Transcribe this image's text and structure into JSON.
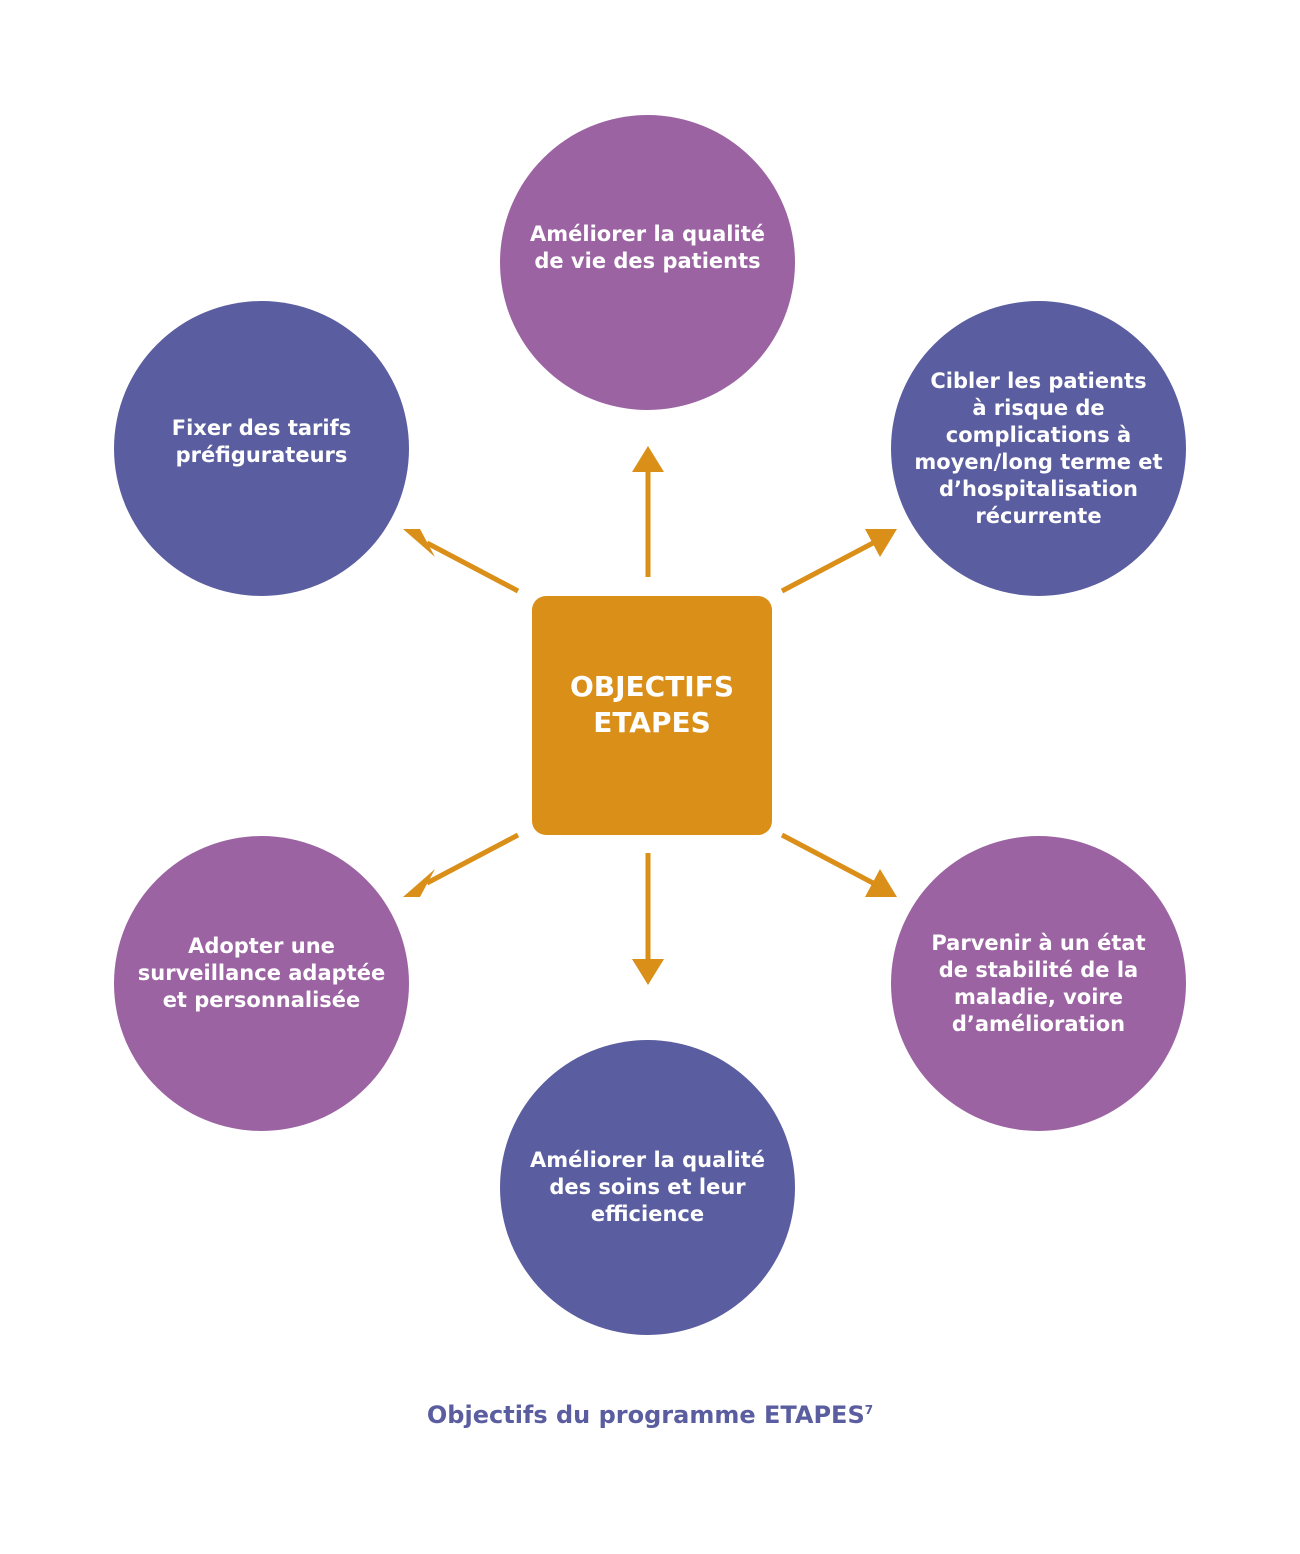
{
  "center": {
    "label": "OBJECTIFS\nETAPES",
    "color": "#da8f18"
  },
  "colors": {
    "purple": "#9b63a2",
    "indigo": "#5a5d9f",
    "arrow": "#da8f18",
    "caption": "#5a5d9f"
  },
  "objectives": [
    {
      "label": "Améliorer la qualité\nde vie des patients",
      "color": "#9b63a2"
    },
    {
      "label": "Cibler les patients\nà risque de\ncomplications à\nmoyen/long terme et\nd’hospitalisation\nrécurrente",
      "color": "#5a5d9f"
    },
    {
      "label": "Parvenir à un état\nde stabilité de la\nmaladie, voire\nd’amélioration",
      "color": "#9b63a2"
    },
    {
      "label": "Améliorer la qualité\ndes soins et leur\nefficience",
      "color": "#5a5d9f"
    },
    {
      "label": "Adopter une\nsurveillance adaptée\net personnalisée",
      "color": "#9b63a2"
    },
    {
      "label": "Fixer des tarifs\npréfigurateurs",
      "color": "#5a5d9f"
    }
  ],
  "caption": {
    "text": "Objectifs du programme ETAPES",
    "superscript": "7"
  }
}
